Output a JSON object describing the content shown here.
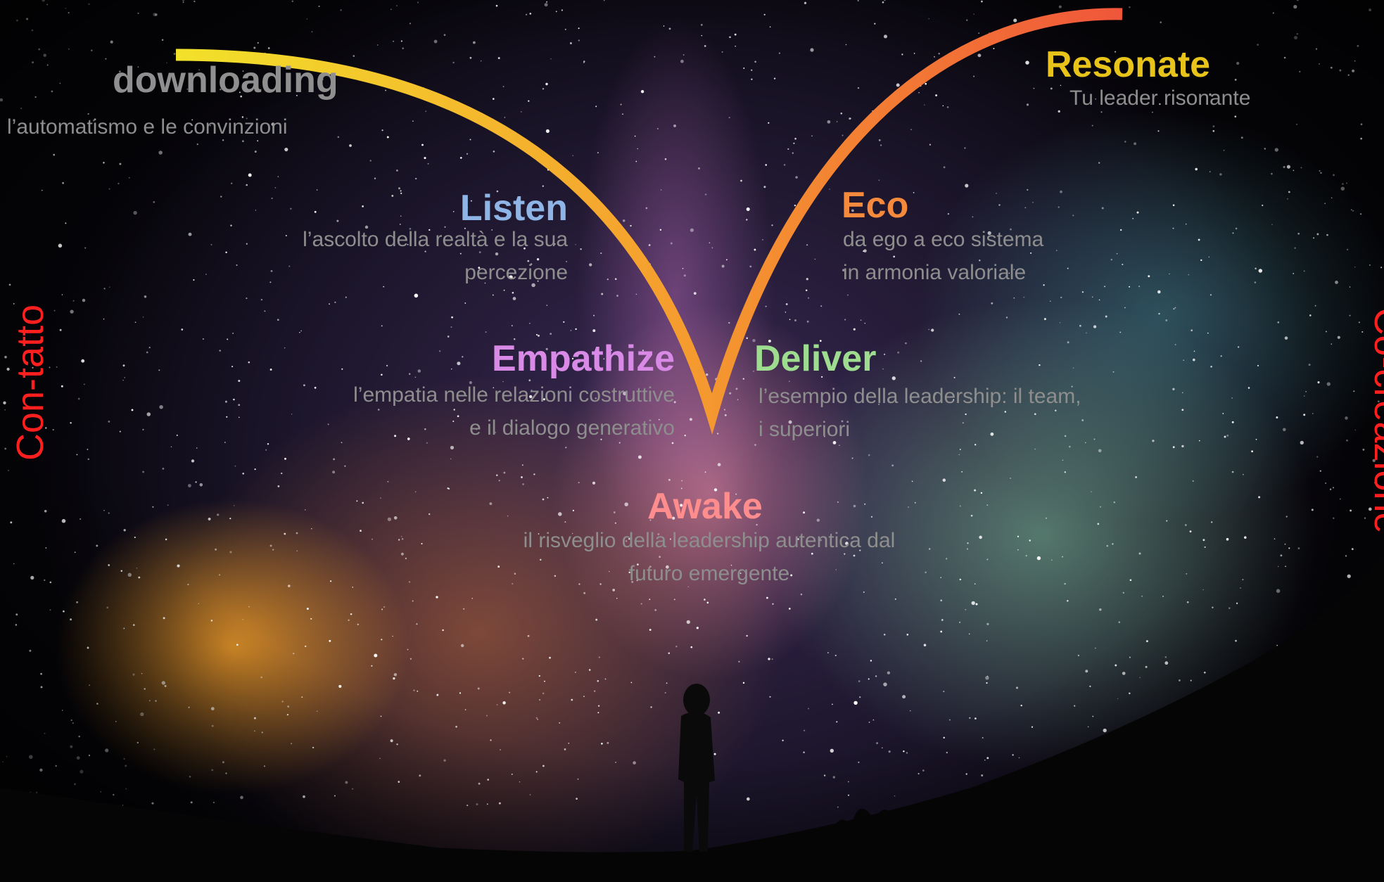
{
  "stages": {
    "downloading": {
      "title": "downloading",
      "desc": "l’automatismo e le convinzioni",
      "color": "#8f8f8f"
    },
    "listen": {
      "title": "Listen",
      "desc1": "l’ascolto della realtà e la sua",
      "desc2": "percezione",
      "color": "#8fb4e6"
    },
    "empathize": {
      "title": "Empathize",
      "desc1": "l’empatia nelle relazioni costruttive",
      "desc2": "e il dialogo generativo",
      "color": "#d98ae6"
    },
    "awake": {
      "title": "Awake",
      "desc1": "il risveglio della leadership autentica dal",
      "desc2": "futuro emergente",
      "color": "#ff8d8d"
    },
    "deliver": {
      "title": "Deliver",
      "desc1": "l’esempio della leadership: il team,",
      "desc2": "i superiori",
      "color": "#9edc8f"
    },
    "eco": {
      "title": "Eco",
      "desc1": "da ego a eco sistema",
      "desc2": "in armonia valoriale",
      "color": "#f58a3c"
    },
    "resonate": {
      "title": "Resonate",
      "desc": "Tu leader risonante",
      "color": "#e8c41a"
    }
  },
  "sides": {
    "left": "Con-tatto",
    "right": "Co-creazione",
    "color": "#ff1f1f"
  },
  "curve_colors": [
    "#f2e22a",
    "#f5a12e",
    "#f0563a"
  ],
  "illustration": "starry-sky-with-silhouette"
}
